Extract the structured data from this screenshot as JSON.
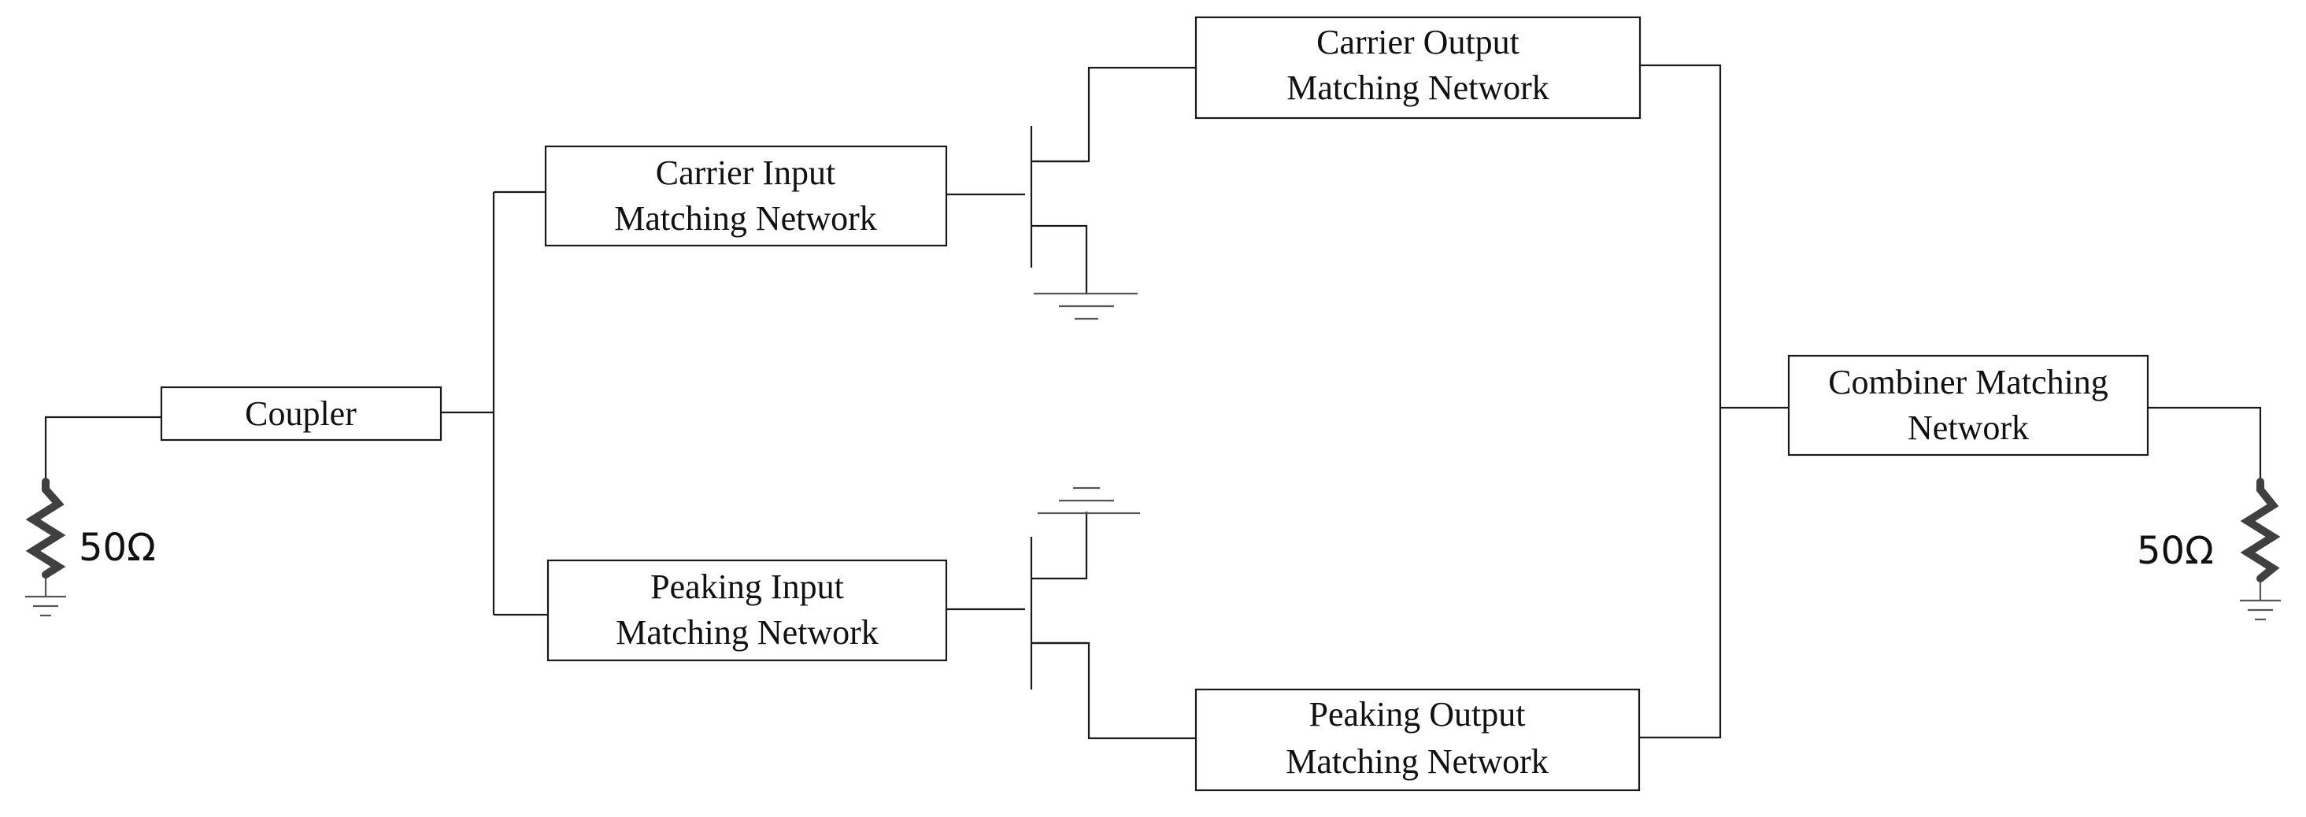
{
  "blocks": {
    "coupler": {
      "lines": [
        "Coupler"
      ]
    },
    "carrier_input": {
      "lines": [
        "Carrier Input",
        "Matching Network"
      ]
    },
    "peaking_input": {
      "lines": [
        "Peaking Input",
        "Matching Network"
      ]
    },
    "carrier_output": {
      "lines": [
        "Carrier Output",
        "Matching Network"
      ]
    },
    "peaking_output": {
      "lines": [
        "Peaking Output",
        "Matching Network"
      ]
    },
    "combiner": {
      "lines": [
        "Combiner Matching",
        "Network"
      ]
    }
  },
  "loads": {
    "source": {
      "value": "50Ω"
    },
    "output": {
      "value": "50Ω"
    }
  },
  "colors": {
    "line": "#1a1a1a",
    "resistor": "#404040",
    "ground": "#555555"
  }
}
